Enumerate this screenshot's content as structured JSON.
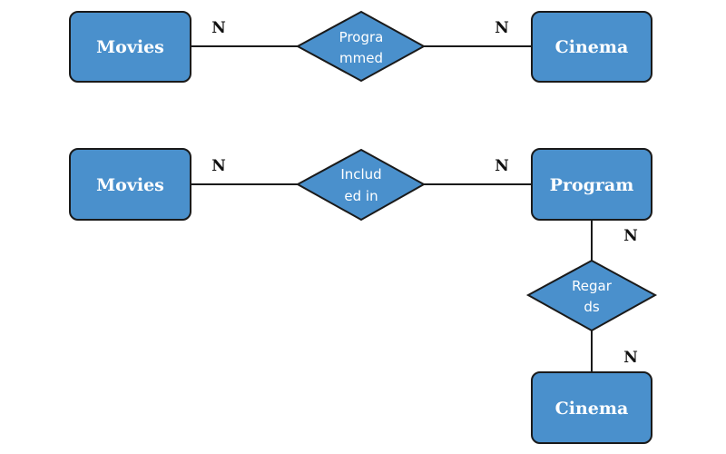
{
  "colors": {
    "fill": "#4a90cc",
    "stroke": "#1a1a1a",
    "label": "#ffffff"
  },
  "top": {
    "entity_left": "Movies",
    "relationship": {
      "line1": "Progra",
      "line2": "mmed"
    },
    "entity_right": "Cinema",
    "card_left": "N",
    "card_right": "N"
  },
  "bottom": {
    "entity_left": "Movies",
    "relationship": {
      "line1": "Includ",
      "line2": "ed in"
    },
    "entity_right": "Program",
    "card_left": "N",
    "card_right": "N",
    "relationship2": {
      "line1": "Regar",
      "line2": "ds"
    },
    "card_down_top": "N",
    "card_down_bottom": "N",
    "entity_down": "Cinema"
  }
}
